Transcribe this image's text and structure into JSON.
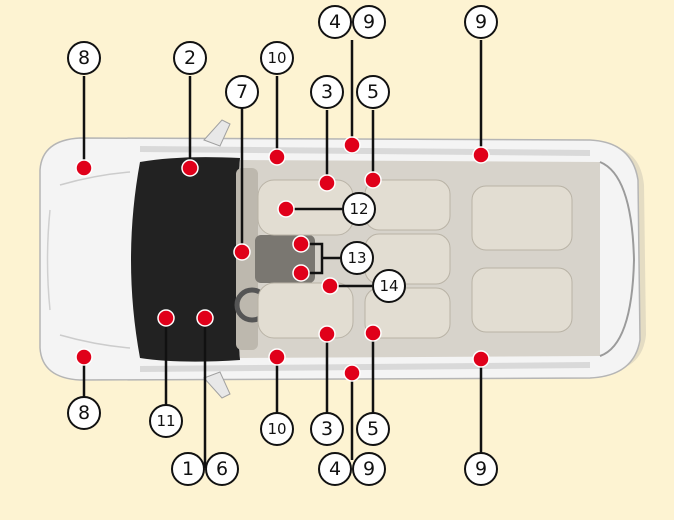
{
  "colors": {
    "background": "#fdf3d2",
    "marker": "#e0001a",
    "leader": "#111111",
    "body": "#f4f4f4",
    "glass": "#222222",
    "seat": "#e2ddd2",
    "lamp": "#c8232c"
  },
  "callouts": [
    {
      "id": "8-top",
      "label": "8"
    },
    {
      "id": "2",
      "label": "2"
    },
    {
      "id": "10-top",
      "label": "10"
    },
    {
      "id": "4-top",
      "label": "4"
    },
    {
      "id": "9-top-left",
      "label": "9"
    },
    {
      "id": "9-top-right",
      "label": "9"
    },
    {
      "id": "7",
      "label": "7"
    },
    {
      "id": "3-top",
      "label": "3"
    },
    {
      "id": "5-top",
      "label": "5"
    },
    {
      "id": "12",
      "label": "12"
    },
    {
      "id": "13",
      "label": "13"
    },
    {
      "id": "14",
      "label": "14"
    },
    {
      "id": "8-bottom",
      "label": "8"
    },
    {
      "id": "11",
      "label": "11"
    },
    {
      "id": "10-bottom",
      "label": "10"
    },
    {
      "id": "3-bottom",
      "label": "3"
    },
    {
      "id": "5-bottom",
      "label": "5"
    },
    {
      "id": "1",
      "label": "1"
    },
    {
      "id": "6",
      "label": "6"
    },
    {
      "id": "4-bottom",
      "label": "4"
    },
    {
      "id": "9-bottom-left",
      "label": "9"
    },
    {
      "id": "9-bottom-right",
      "label": "9"
    }
  ]
}
